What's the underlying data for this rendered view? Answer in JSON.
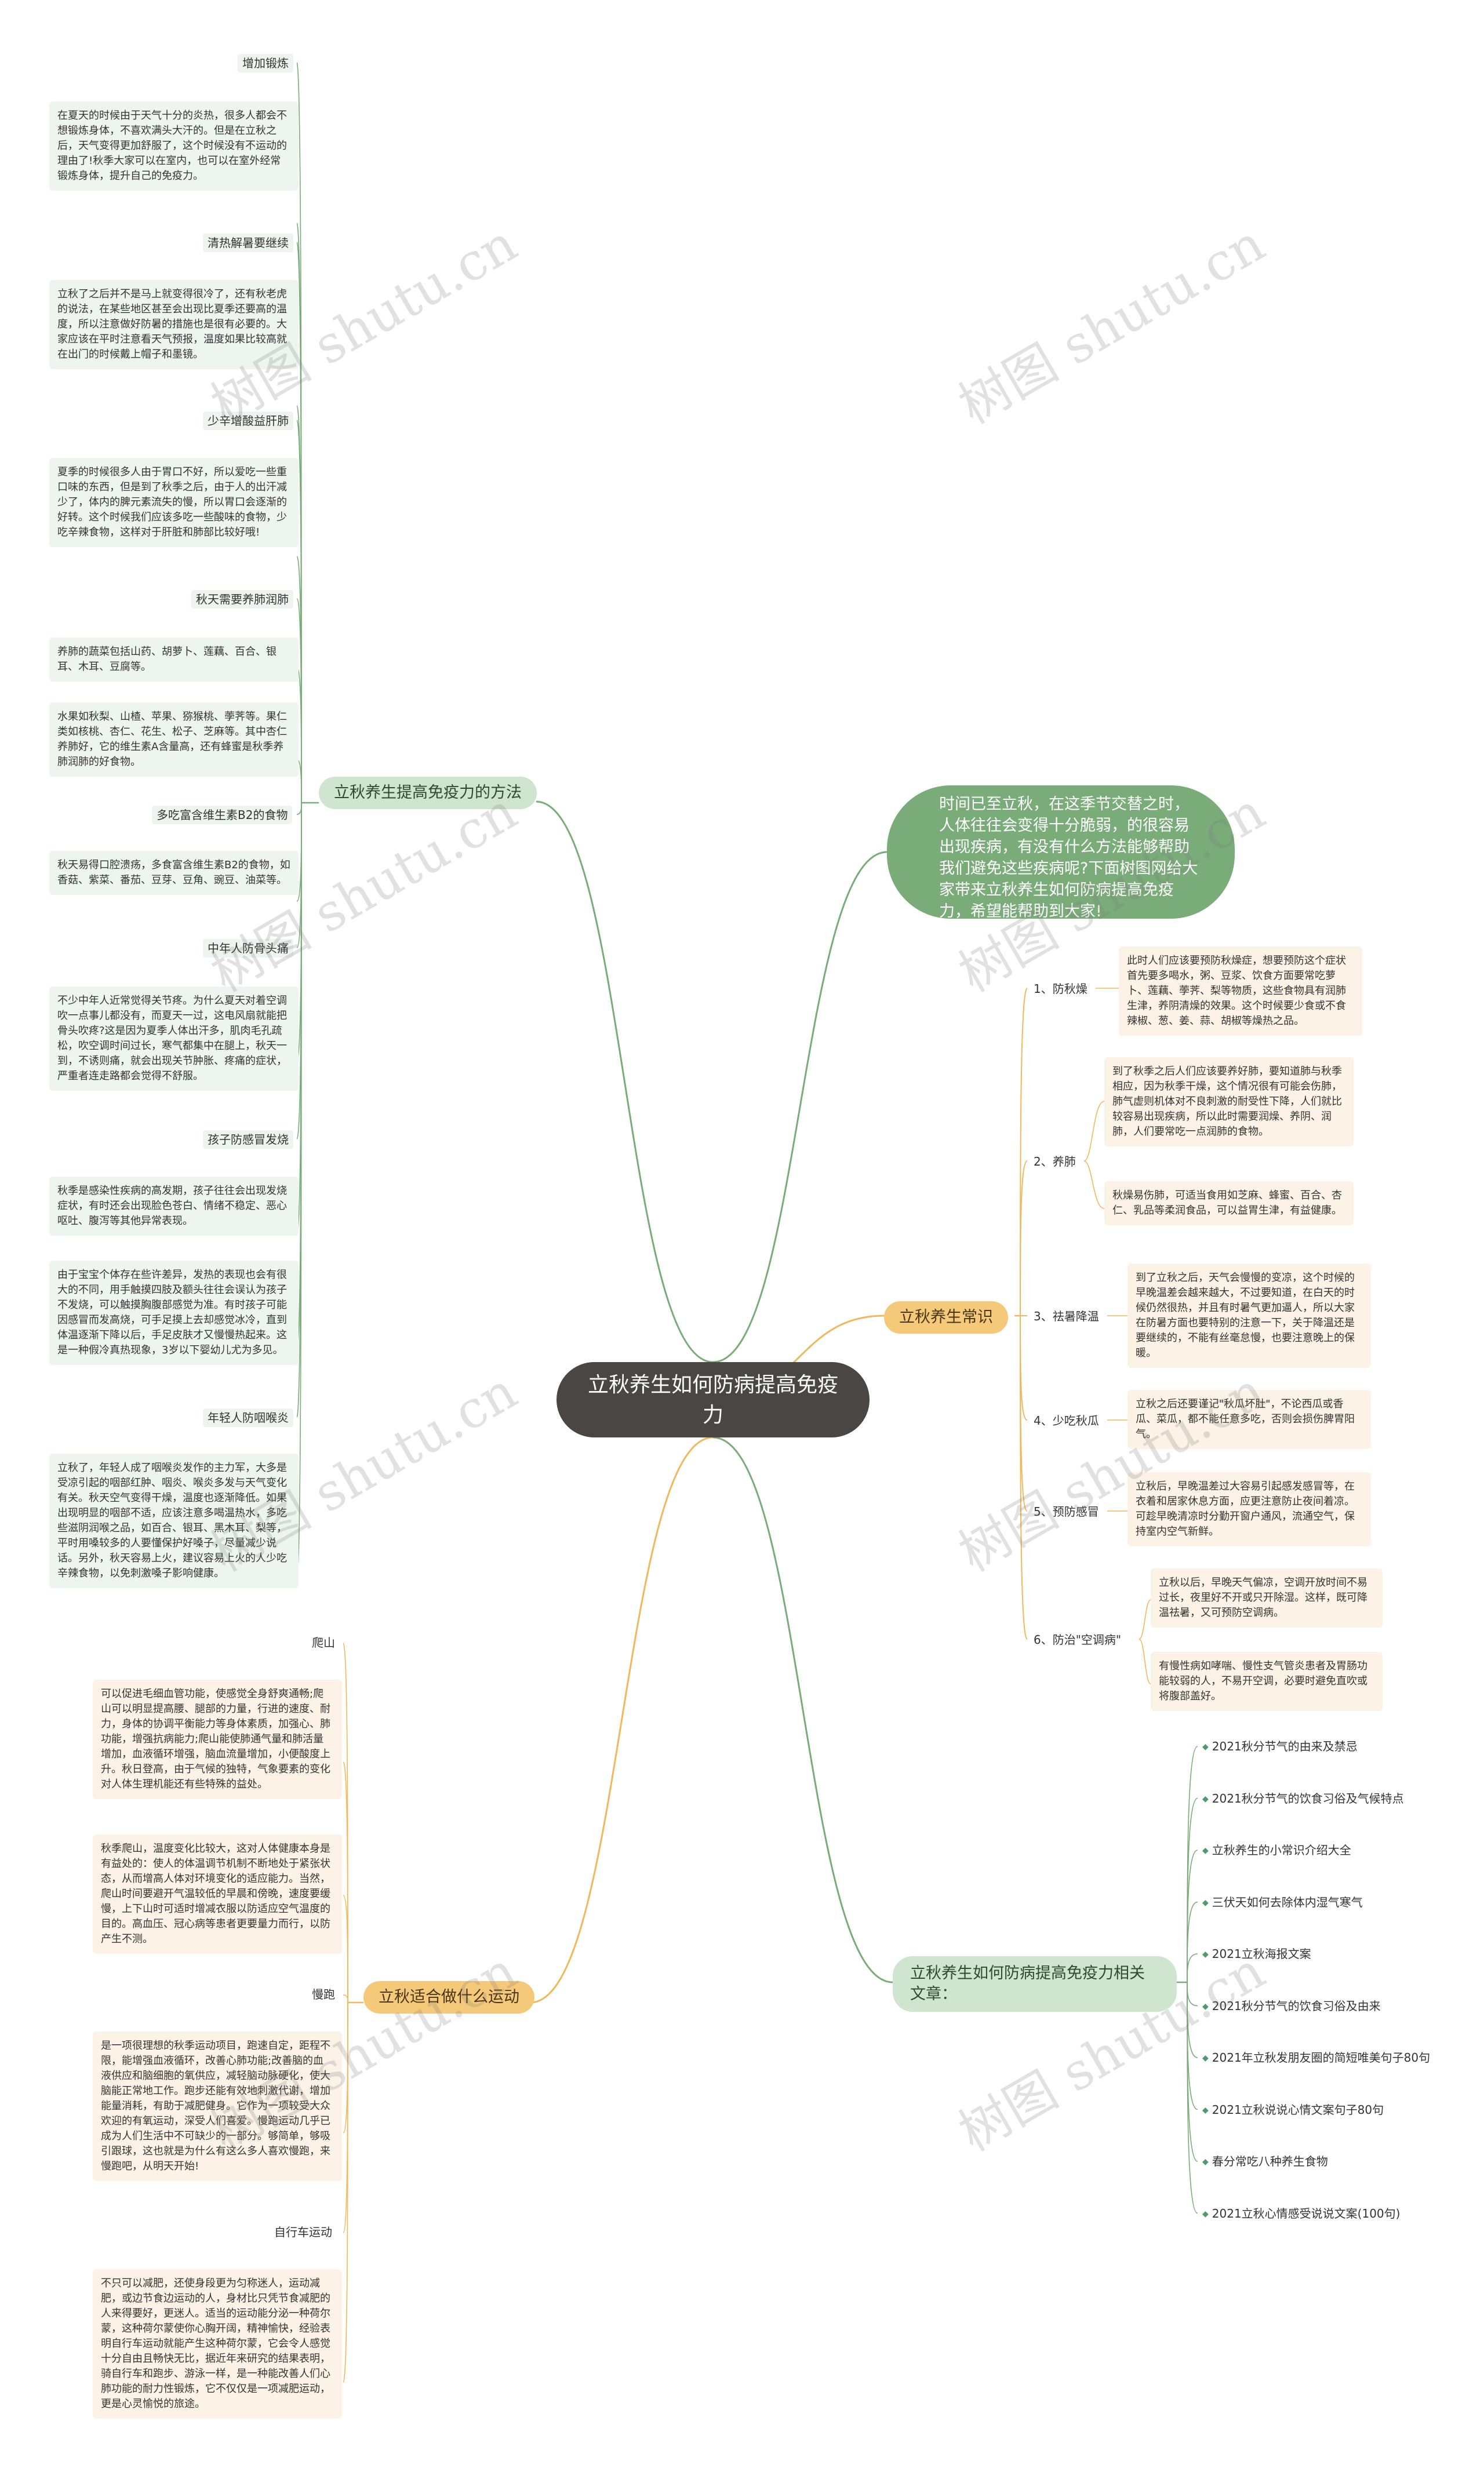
{
  "central": "立秋养生如何防病提高免疫力",
  "intro": "时间已至立秋，在这季节交替之时，人体往往会变得十分脆弱，的很容易出现疾病，有没有什么方法能够帮助我们避免这些疾病呢?下面树图网给大家带来立秋养生如何防病提高免疫力，希望能帮助到大家!",
  "branch_methods": {
    "title": "立秋养生提高免疫力的方法",
    "items": [
      {
        "label": "增加锻炼",
        "text": "在夏天的时候由于天气十分的炎热，很多人都会不想锻炼身体，不喜欢满头大汗的。但是在立秋之后，天气变得更加舒服了，这个时候没有不运动的理由了!秋季大家可以在室内，也可以在室外经常锻炼身体，提升自己的免疫力。"
      },
      {
        "label": "清热解暑要继续",
        "text": "立秋了之后并不是马上就变得很冷了，还有秋老虎的说法，在某些地区甚至会出现比夏季还要高的温度，所以注意做好防暑的措施也是很有必要的。大家应该在平时注意看天气预报，温度如果比较高就在出门的时候戴上帽子和墨镜。"
      },
      {
        "label": "少辛增酸益肝肺",
        "text": "夏季的时候很多人由于胃口不好，所以爱吃一些重口味的东西，但是到了秋季之后，由于人的出汗减少了，体内的脾元素流失的慢，所以胃口会逐渐的好转。这个时候我们应该多吃一些酸味的食物，少吃辛辣食物，这样对于肝脏和肺部比较好哦!"
      },
      {
        "label": "秋天需要养肺润肺",
        "text": "养肺的蔬菜包括山药、胡萝卜、莲藕、百合、银耳、木耳、豆腐等。"
      },
      {
        "label": "",
        "text": "水果如秋梨、山楂、苹果、猕猴桃、荸荠等。果仁类如核桃、杏仁、花生、松子、芝麻等。其中杏仁养肺好，它的维生素A含量高，还有蜂蜜是秋季养肺润肺的好食物。"
      },
      {
        "label": "多吃富含维生素B2的食物",
        "text": "秋天易得口腔溃疡，多食富含维生素B2的食物，如香菇、紫菜、番茄、豆芽、豆角、豌豆、油菜等。"
      },
      {
        "label": "中年人防骨头痛",
        "text": "不少中年人近常觉得关节疼。为什么夏天对着空调吹一点事儿都没有，而夏天一过，这电风扇就能把骨头吹疼?这是因为夏季人体出汗多，肌肉毛孔疏松，吹空调时间过长，寒气都集中在腿上，秋天一到，不诱则痛，就会出现关节肿胀、疼痛的症状，严重者连走路都会觉得不舒服。"
      },
      {
        "label": "孩子防感冒发烧",
        "text": "秋季是感染性疾病的高发期，孩子往往会出现发烧症状，有时还会出现脸色苍白、情绪不稳定、恶心呕吐、腹泻等其他异常表现。"
      },
      {
        "label": "",
        "text": "由于宝宝个体存在些许差异，发热的表现也会有很大的不同，用手触摸四肢及额头往往会误认为孩子不发烧，可以触摸胸腹部感觉为准。有时孩子可能因感冒而发高烧，可手足摸上去却感觉冰冷，直到体温逐渐下降以后，手足皮肤才又慢慢热起来。这是一种假冷真热现象，3岁以下婴幼儿尤为多见。"
      },
      {
        "label": "年轻人防咽喉炎",
        "text": "立秋了，年轻人成了咽喉炎发作的主力军，大多是受凉引起的咽部红肿、咽炎、喉炎多发与天气变化有关。秋天空气变得干燥，温度也逐渐降低。如果出现明显的咽部不适，应该注意多喝温热水，多吃些滋阴润喉之品，如百合、银耳、黑木耳、梨等，平时用嗓较多的人要懂保护好嗓子，尽量减少说话。另外，秋天容易上火，建议容易上火的人少吃辛辣食物，以免刺激嗓子影响健康。"
      }
    ]
  },
  "branch_sports": {
    "title": "立秋适合做什么运动",
    "items": [
      {
        "label": "爬山",
        "texts": [
          "可以促进毛细血管功能，使感觉全身舒爽通畅;爬山可以明显提高腰、腿部的力量，行进的速度、耐力，身体的协调平衡能力等身体素质，加强心、肺功能，增强抗病能力;爬山能使肺通气量和肺活量增加，血液循环增强，脑血流量增加，小便酸度上升。秋日登高，由于气候的独特，气象要素的变化对人体生理机能还有些特殊的益处。",
          "秋季爬山，温度变化比较大，这对人体健康本身是有益处的：使人的体温调节机制不断地处于紧张状态，从而增高人体对环境变化的适应能力。当然，爬山时间要避开气温较低的早晨和傍晚，速度要缓慢，上下山时可适时增减衣服以防适应空气温度的目的。高血压、冠心病等患者更要量力而行，以防产生不测。"
        ]
      },
      {
        "label": "慢跑",
        "texts": [
          "是一项很理想的秋季运动项目，跑速自定，距程不限，能增强血液循环，改善心肺功能;改善脑的血液供应和脑细胞的氧供应，减轻脑动脉硬化，使大脑能正常地工作。跑步还能有效地刺激代谢，增加能量消耗，有助于减肥健身。它作为一项较受大众欢迎的有氧运动，深受人们喜爱。慢跑运动几乎已成为人们生活中不可缺少的一部分。够简单，够吸引跟球，这也就是为什么有这么多人喜欢慢跑，来慢跑吧，从明天开始!"
        ]
      },
      {
        "label": "自行车运动",
        "texts": [
          "不只可以减肥，还使身段更为匀称迷人，运动减肥，或边节食边运动的人，身材比只凭节食减肥的人来得要好，更迷人。适当的运动能分泌一种荷尔蒙，这种荷尔蒙使你心胸开阔，精神愉快，经验表明自行车运动就能产生这种荷尔蒙，它会令人感觉十分自由且畅快无比，据近年来研究的结果表明，骑自行车和跑步、游泳一样，是一种能改善人们心肺功能的耐力性锻炼，它不仅仅是一项减肥运动，更是心灵愉悦的旅途。"
        ]
      }
    ]
  },
  "branch_common": {
    "title": "立秋养生常识",
    "items": [
      {
        "label": "1、防秋燥",
        "texts": [
          "此时人们应该要预防秋燥症，想要预防这个症状首先要多喝水，粥、豆浆、饮食方面要常吃萝卜、莲藕、荸荠、梨等物质，这些食物具有润肺生津，养阴清燥的效果。这个时候要少食或不食辣椒、葱、姜、蒜、胡椒等燥热之品。"
        ]
      },
      {
        "label": "2、养肺",
        "texts": [
          "到了秋季之后人们应该要养好肺，要知道肺与秋季相应，因为秋季干燥，这个情况很有可能会伤肺，肺气虚则机体对不良刺激的耐受性下降，人们就比较容易出现疾病，所以此时需要润燥、养阴、润肺，人们要常吃一点润肺的食物。",
          "秋燥易伤肺，可适当食用如芝麻、蜂蜜、百合、杏仁、乳品等柔润食品，可以益胃生津，有益健康。"
        ]
      },
      {
        "label": "3、祛暑降温",
        "texts": [
          "到了立秋之后，天气会慢慢的变凉，这个时候的早晚温差会越来越大，不过要知道，在白天的时候仍然很热，并且有时暑气更加逼人，所以大家在防暑方面也要特别的注意一下，关于降温还是要继续的，不能有丝毫怠慢，也要注意晚上的保暖。"
        ]
      },
      {
        "label": "4、少吃秋瓜",
        "texts": [
          "立秋之后还要谨记\"秋瓜坏肚\"，不论西瓜或香瓜、菜瓜，都不能任意多吃，否则会损伤脾胃阳气。"
        ]
      },
      {
        "label": "5、预防感冒",
        "texts": [
          "立秋后，早晚温差过大容易引起感发感冒等，在衣着和居家休息方面，应更注意防止夜间着凉。可趁早晚清凉时分勤开窗户通风，流通空气，保持室内空气新鲜。"
        ]
      },
      {
        "label": "6、防治\"空调病\"",
        "texts": [
          "立秋以后，早晚天气偏凉，空调开放时间不易过长，夜里好不开或只开除湿。这样，既可降温祛暑，又可预防空调病。",
          "有慢性病如哮喘、慢性支气管炎患者及胃肠功能较弱的人，不易开空调，必要时避免直吹或将腹部盖好。"
        ]
      }
    ]
  },
  "branch_articles": {
    "title": "立秋养生如何防病提高免疫力相关文章：",
    "items": [
      "2021秋分节气的由来及禁忌",
      "2021秋分节气的饮食习俗及气候特点",
      "立秋养生的小常识介绍大全",
      "三伏天如何去除体内湿气寒气",
      "2021立秋海报文案",
      "2021秋分节气的饮食习俗及由来",
      "2021年立秋发朋友圈的简短唯美句子80句",
      "2021立秋说说心情文案句子80句",
      "春分常吃八种养生食物",
      "2021立秋心情感受说说文案(100句)"
    ]
  },
  "watermark": "树图 shutu.cn",
  "colors": {
    "green_line": "#7aac7a",
    "orange_line": "#f0b85c",
    "central_bg": "#4a4644"
  }
}
